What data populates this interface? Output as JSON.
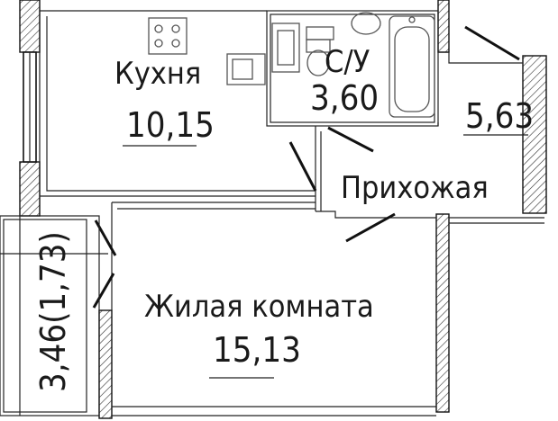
{
  "rooms": {
    "kitchen": {
      "name": "Кухня",
      "area": "10,15"
    },
    "bathroom": {
      "name": "С/У",
      "area": "3,60"
    },
    "hall": {
      "name": "Прихожая",
      "area": "5,63"
    },
    "living": {
      "name": "Жилая комната",
      "area": "15,13"
    },
    "balcony": {
      "area": "3,46(1,73)"
    }
  }
}
